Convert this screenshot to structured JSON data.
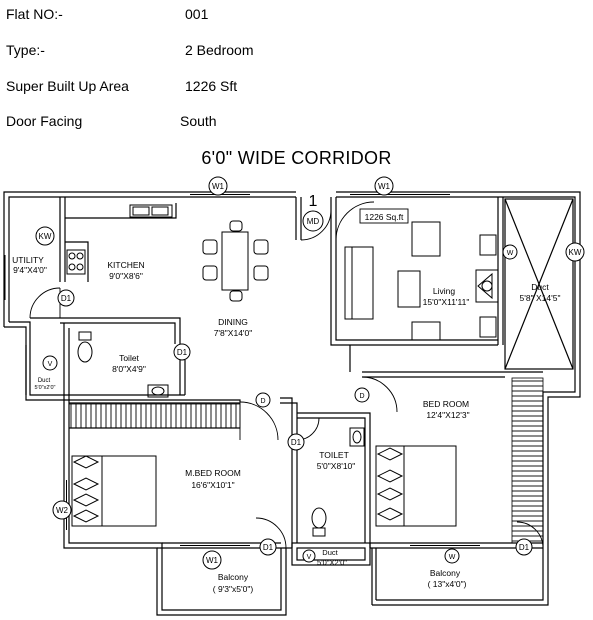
{
  "flat_info": {
    "flat_no_label": "Flat  NO:-",
    "flat_no_value": "001",
    "type_label": "Type:-",
    "type_value": "2 Bedroom",
    "area_label": "Super Built Up Area",
    "area_value": "1226 Sft",
    "facing_label": "Door Facing",
    "facing_value": "South"
  },
  "corridor_label": "6'0\" WIDE CORRIDOR",
  "unit_number": "1",
  "area_badge": "1226 Sq.ft",
  "rooms": {
    "utility": {
      "name": "UTILITY",
      "dim": "9'4\"X4'0\""
    },
    "kitchen": {
      "name": "KITCHEN",
      "dim": "9'0\"X8'6\""
    },
    "dining": {
      "name": "DINING",
      "dim": "7'8\"X14'0\""
    },
    "living": {
      "name": "Living",
      "dim": "15'0\"X11'11\""
    },
    "duct_right": {
      "name": "Duct",
      "dim": "5'8\" X14'5\""
    },
    "toilet1": {
      "name": "Toilet",
      "dim": "8'0\"X4'9\""
    },
    "duct_small": {
      "name": "Duct",
      "dim": "5'0\"x2'0\""
    },
    "bedroom": {
      "name": "BED ROOM",
      "dim": "12'4\"X12'3\""
    },
    "master_bedroom": {
      "name": "M.BED ROOM",
      "dim": "16'6\"X10'1\""
    },
    "toilet2": {
      "name": "TOILET",
      "dim": "5'0\"X8'10\""
    },
    "duct_mid": {
      "name": "Duct",
      "dim": "5'0\"X2'0\""
    },
    "balcony_left": {
      "name": "Balcony",
      "dim": "( 9'3\"x5'0\")"
    },
    "balcony_right": {
      "name": "Balcony",
      "dim": "( 13\"x4'0\")"
    }
  },
  "tags": {
    "w1": "W1",
    "w2": "W2",
    "w": "W",
    "kw": "KW",
    "d": "D",
    "d1": "D1",
    "md": "MD",
    "v": "V"
  }
}
